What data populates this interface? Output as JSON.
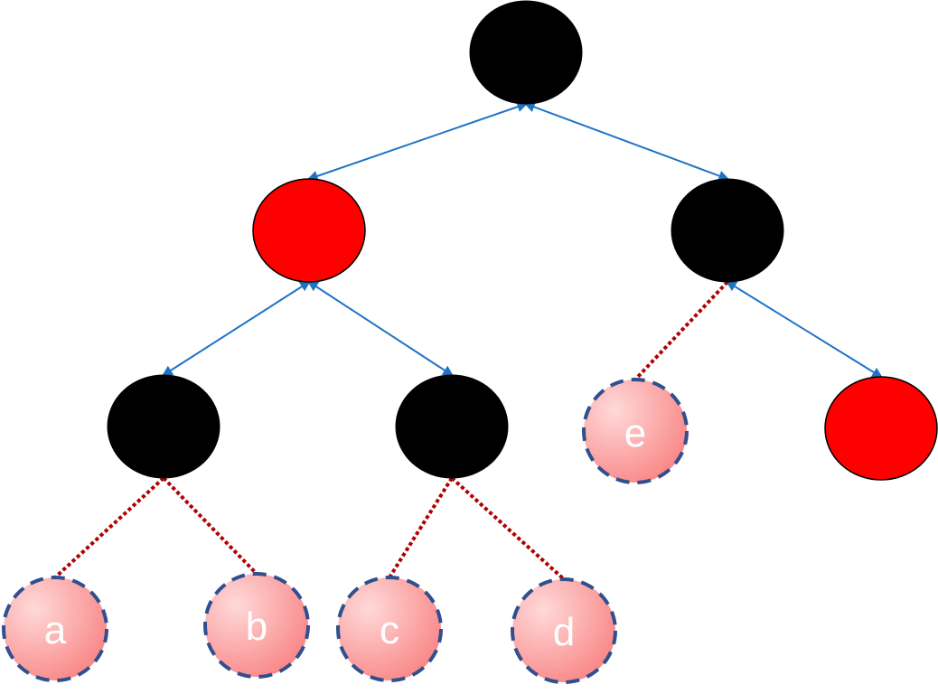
{
  "colors": {
    "black_node": "#000000",
    "red_node": "#ff0000",
    "leaf_fill_light": "#ffd9d9",
    "leaf_fill_dark": "#f98585",
    "leaf_border": "#2f4f8f",
    "edge_arrow": "#1f73c4",
    "edge_dotted": "#b00000",
    "leaf_text": "#ffffff"
  },
  "nodes": [
    {
      "id": "root",
      "color": "black"
    },
    {
      "id": "n-left",
      "color": "red"
    },
    {
      "id": "n-right",
      "color": "black"
    },
    {
      "id": "n-left-left",
      "color": "black"
    },
    {
      "id": "n-left-right",
      "color": "black"
    },
    {
      "id": "n-right-right",
      "color": "red"
    }
  ],
  "leaves": [
    {
      "id": "leaf-a",
      "label": "a",
      "parent": "n-left-left"
    },
    {
      "id": "leaf-b",
      "label": "b",
      "parent": "n-left-left"
    },
    {
      "id": "leaf-c",
      "label": "c",
      "parent": "n-left-right"
    },
    {
      "id": "leaf-d",
      "label": "d",
      "parent": "n-left-right"
    },
    {
      "id": "leaf-e",
      "label": "e",
      "parent": "n-right"
    }
  ],
  "edges": [
    {
      "from": "root",
      "to": "n-left",
      "style": "arrow"
    },
    {
      "from": "root",
      "to": "n-right",
      "style": "arrow"
    },
    {
      "from": "n-left",
      "to": "n-left-left",
      "style": "arrow"
    },
    {
      "from": "n-left",
      "to": "n-left-right",
      "style": "arrow"
    },
    {
      "from": "n-right",
      "to": "n-right-right",
      "style": "arrow"
    },
    {
      "from": "n-left-left",
      "to": "leaf-a",
      "style": "dotted"
    },
    {
      "from": "n-left-left",
      "to": "leaf-b",
      "style": "dotted"
    },
    {
      "from": "n-left-right",
      "to": "leaf-c",
      "style": "dotted"
    },
    {
      "from": "n-left-right",
      "to": "leaf-d",
      "style": "dotted"
    },
    {
      "from": "n-right",
      "to": "leaf-e",
      "style": "dotted"
    }
  ]
}
